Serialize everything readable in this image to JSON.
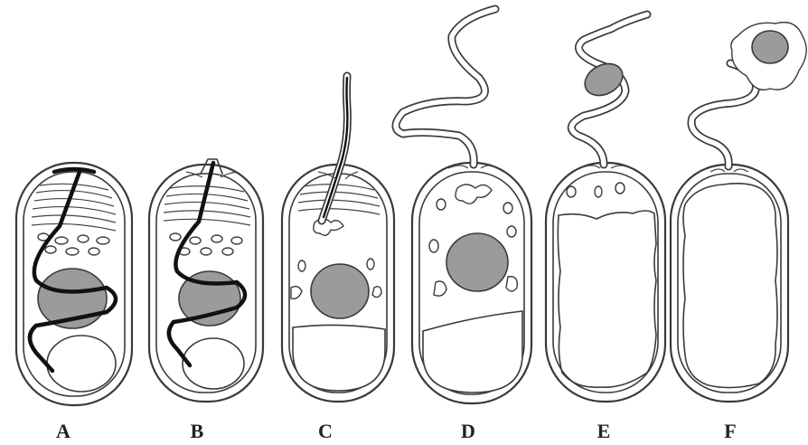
{
  "stages": [
    {
      "id": "A",
      "label": "A"
    },
    {
      "id": "B",
      "label": "B"
    },
    {
      "id": "C",
      "label": "C"
    },
    {
      "id": "D",
      "label": "D"
    },
    {
      "id": "E",
      "label": "E"
    },
    {
      "id": "F",
      "label": "F"
    }
  ],
  "colors": {
    "outline": "#3a3a3a",
    "nucleus": "#9b9b9b",
    "polar_filament": "#111111",
    "background": "#ffffff"
  }
}
